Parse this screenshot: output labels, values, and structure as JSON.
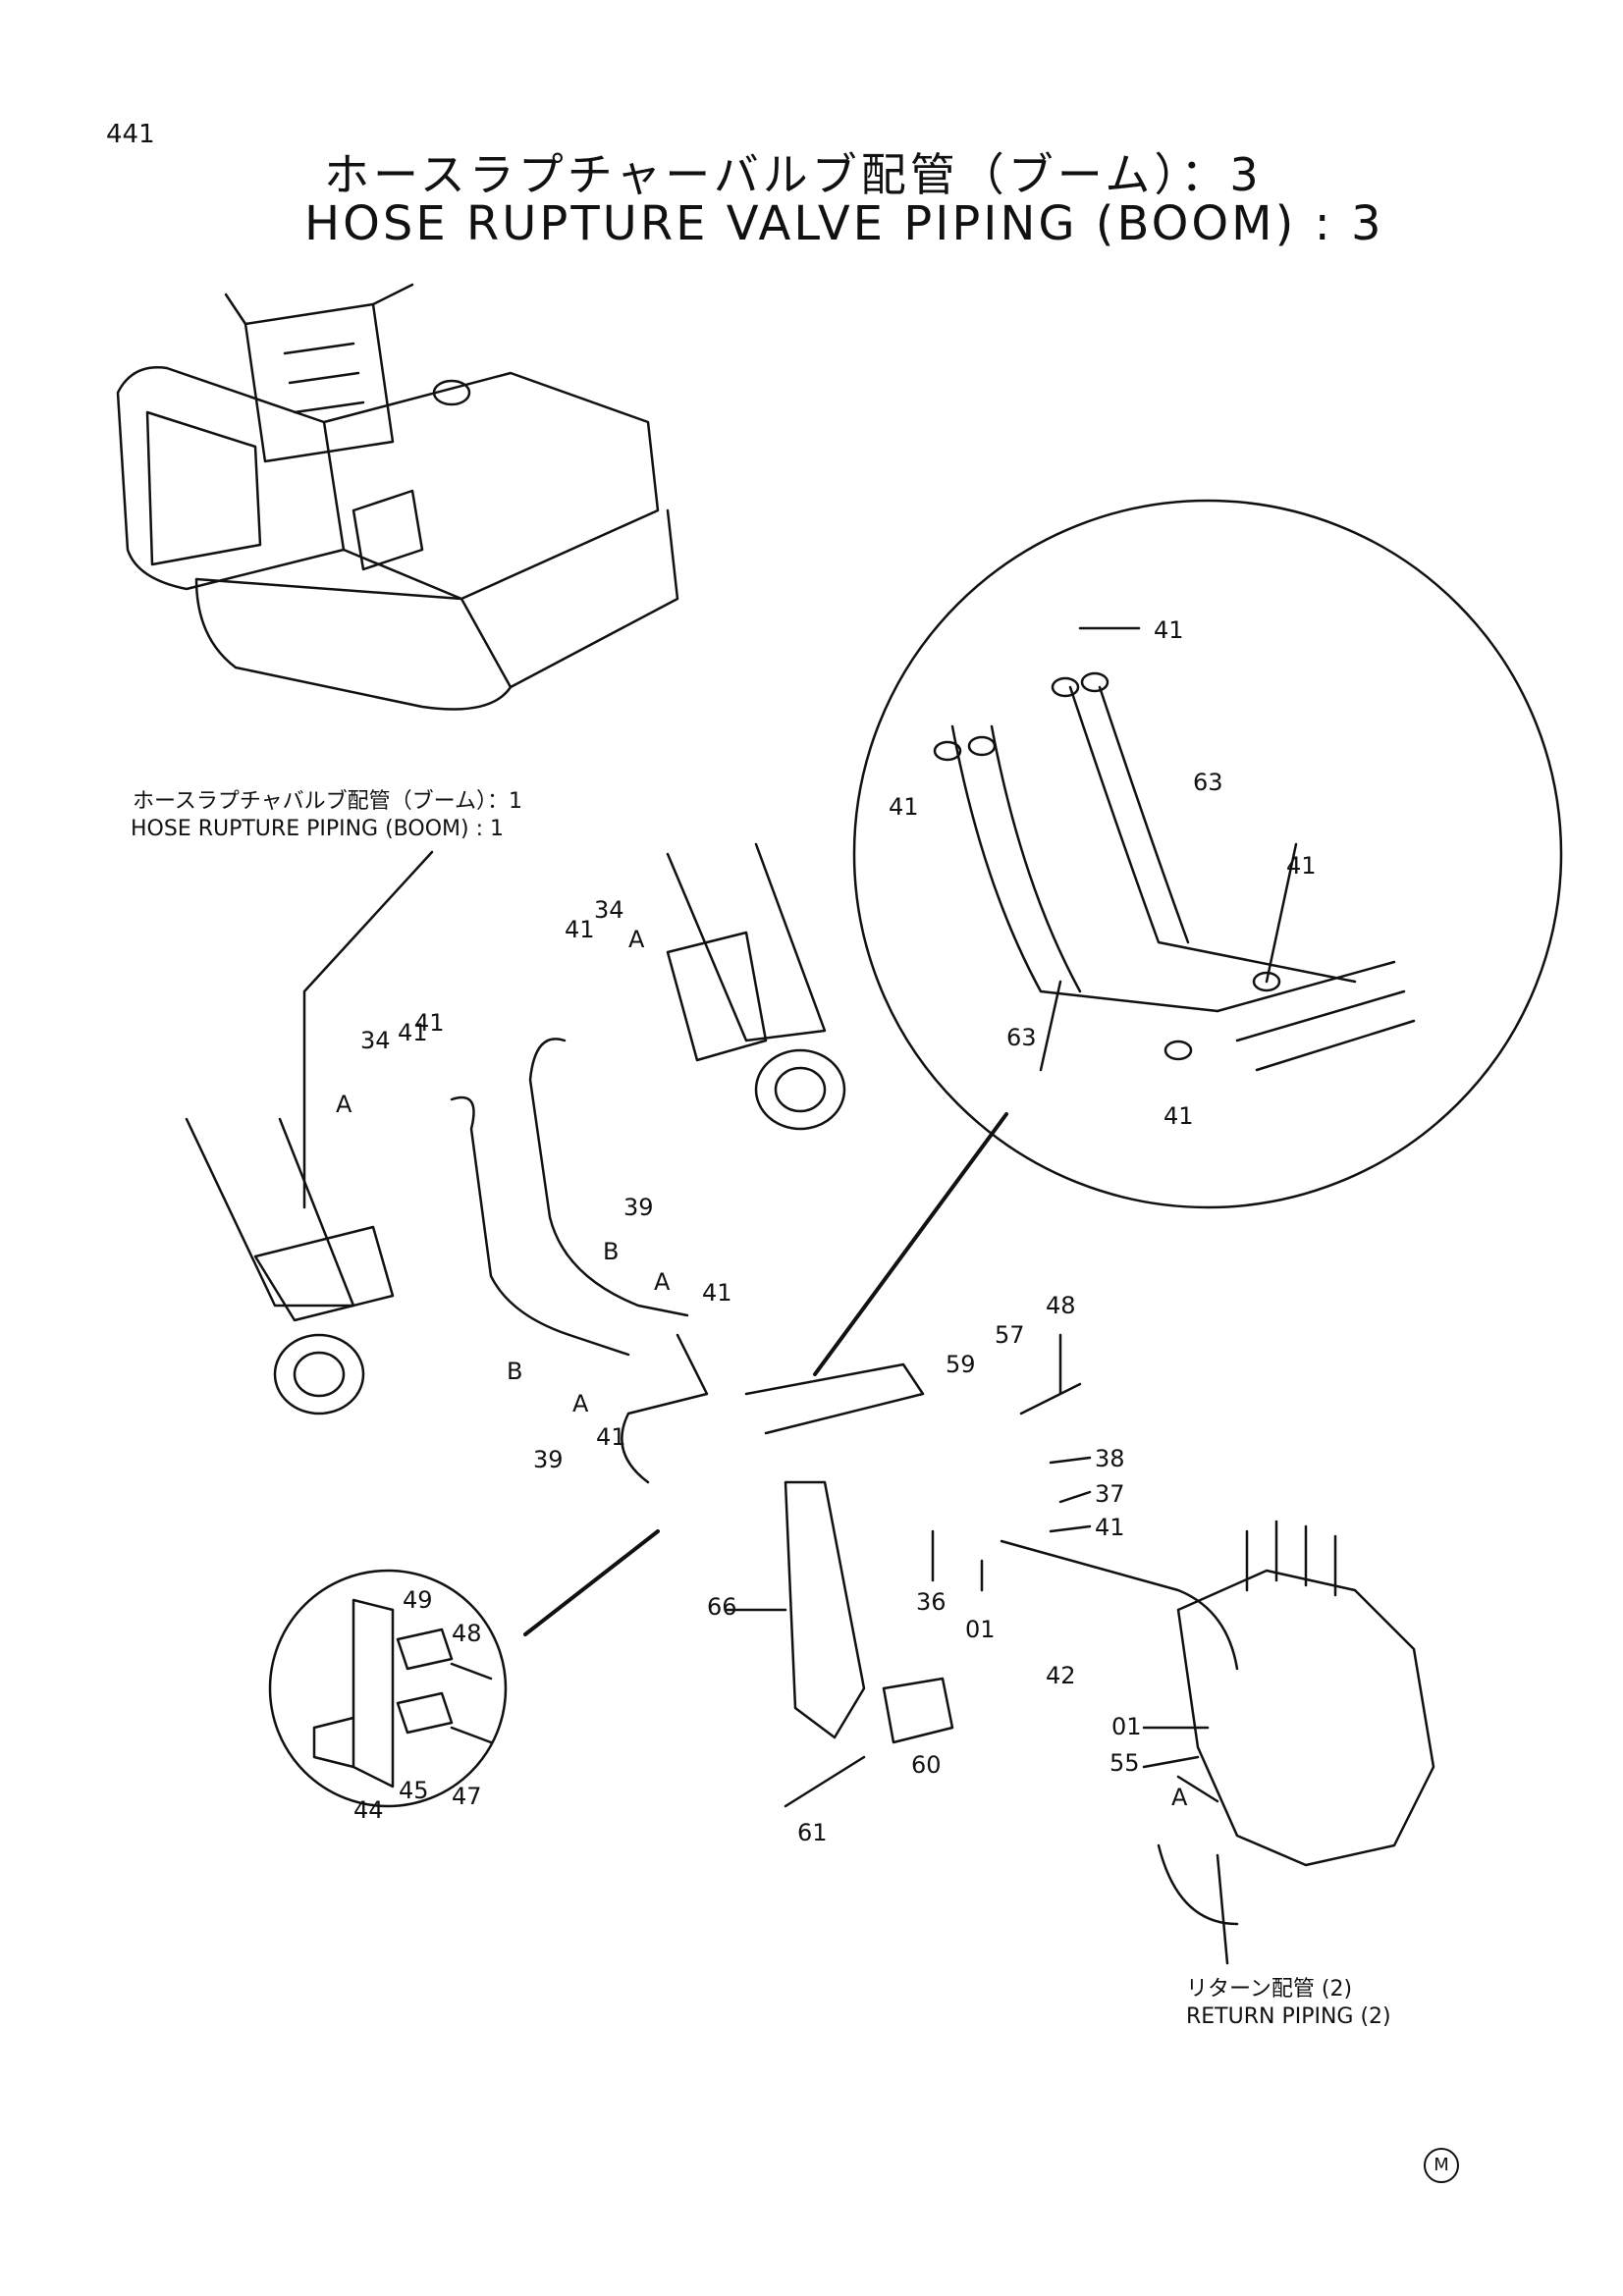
{
  "header": {
    "page_number": "441",
    "title_jp": "ホースラプチャーバルブ配管（ブーム）：3",
    "title_en": "HOSE RUPTURE VALVE PIPING (BOOM) : 3"
  },
  "references": {
    "ref1_jp": "ホースラプチャバルブ配管（ブーム）：1",
    "ref1_en": "HOSE RUPTURE PIPING (BOOM) : 1",
    "ref2_jp": "リターン配管 (2)",
    "ref2_en": "RETURN PIPING (2)"
  },
  "mark": "M",
  "callouts": [
    "41",
    "41",
    "63",
    "41",
    "63",
    "41",
    "41",
    "34",
    "41",
    "A",
    "34",
    "41",
    "A",
    "39",
    "B",
    "A",
    "41",
    "B",
    "A",
    "39",
    "41",
    "48",
    "57",
    "59",
    "38",
    "37",
    "41",
    "66",
    "36",
    "01",
    "42",
    "01",
    "55",
    "A",
    "49",
    "48",
    "44",
    "45",
    "47",
    "60",
    "61"
  ]
}
